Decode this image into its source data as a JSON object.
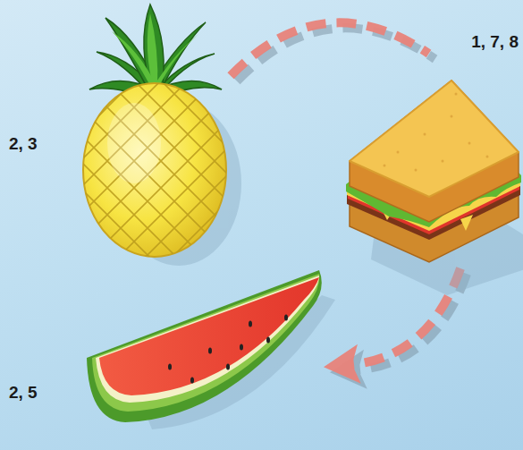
{
  "diagram": {
    "nodes": [
      {
        "text": [
          "2, 3"
        ]
      },
      {
        "text": [
          "1, 7, 8"
        ]
      },
      {
        "text": [
          "2, 5"
        ]
      }
    ],
    "edges": [
      {
        "from": 0,
        "to": 1,
        "arrow": "none"
      },
      {
        "from": 1,
        "to": 2,
        "arrow": "to"
      }
    ]
  }
}
